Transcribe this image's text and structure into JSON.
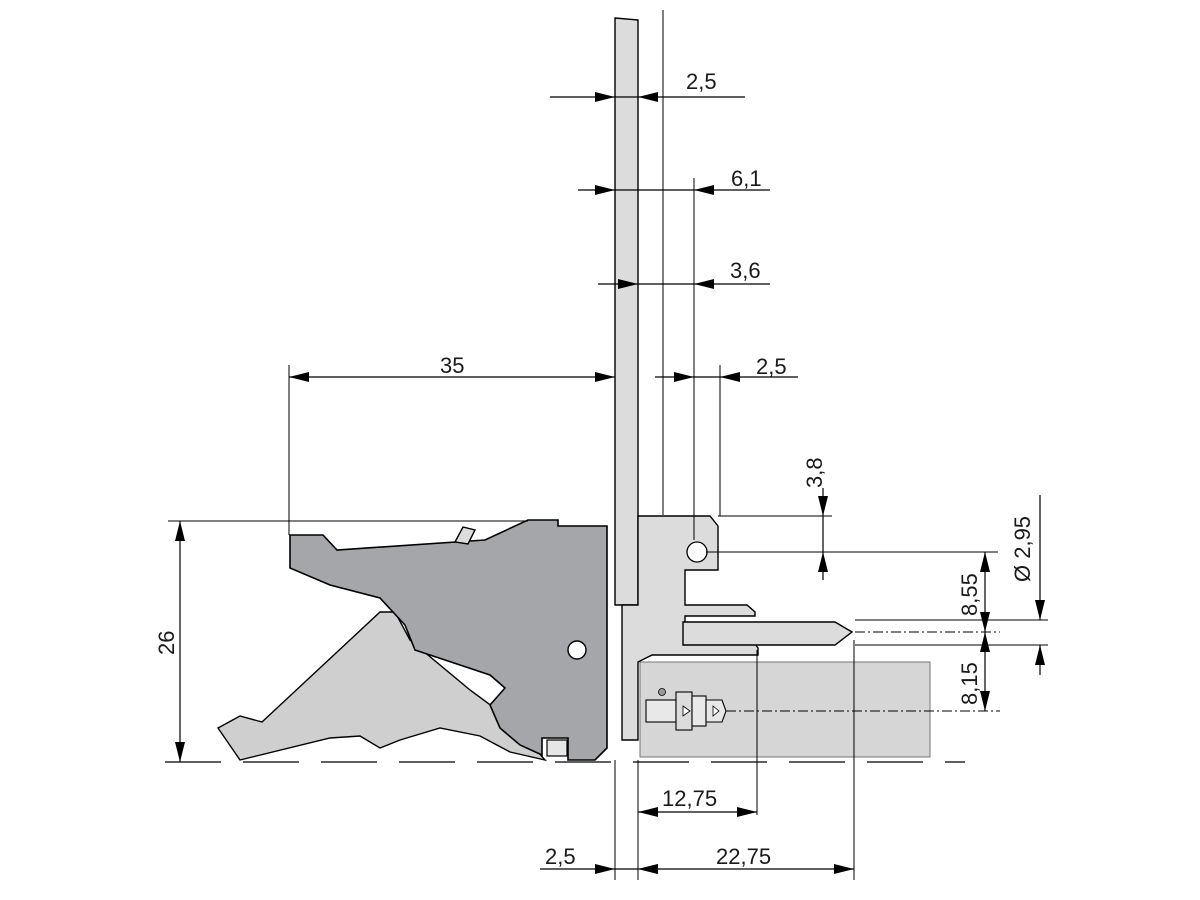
{
  "dimensions": {
    "plate_thickness_top": "2,5",
    "offset_6_1": "6,1",
    "offset_3_6": "3,6",
    "offset_2_5_upper": "2,5",
    "handle_reach": "35",
    "hole_height": "3,8",
    "hole_diameter": "Ø 2,95",
    "height_8_55": "8,55",
    "height_8_15": "8,15",
    "total_height": "26",
    "pin_length_12_75": "12,75",
    "plate_thickness_bottom": "2,5",
    "depth_22_75": "22,75"
  }
}
